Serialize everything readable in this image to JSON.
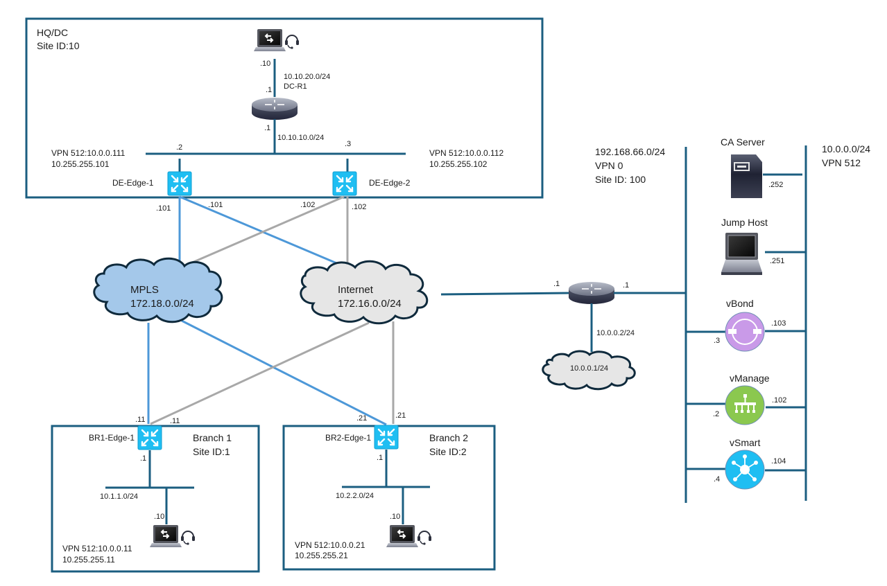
{
  "diagram": {
    "title": "SD-WAN Lab Topology",
    "colors": {
      "site_border": "#1b5e80",
      "mpls_link": "#4d98d8",
      "internet_link": "#a8a8a8",
      "edge_device": "#1fbef2",
      "mpls_cloud": "#a4c8ea",
      "internet_cloud": "#e6e6e6",
      "vbond": "#c99ae8",
      "vmanage": "#8bc84f",
      "vsmart": "#1fbef2"
    },
    "hq": {
      "name": "HQ/DC",
      "site_id": "Site ID:10",
      "pc_ip": ".10",
      "pc_net": "10.10.20.0/24",
      "router_name": "DC-R1",
      "router_up_ip": ".1",
      "router_down_ip": ".1",
      "lan_net": "10.10.10.0/24",
      "edge1": {
        "name": "DE-Edge-1",
        "lan_ip": ".2",
        "vpn512": "VPN 512:10.0.0.111",
        "system_ip": "10.255.255.101",
        "mpls_ip": ".101",
        "inet_ip": ".101"
      },
      "edge2": {
        "name": "DE-Edge-2",
        "lan_ip": ".3",
        "vpn512": "VPN 512:10.0.0.112",
        "system_ip": "10.255.255.102",
        "mpls_ip": ".102",
        "inet_ip": ".102"
      }
    },
    "clouds": {
      "mpls": {
        "name": "MPLS",
        "net": "172.18.0.0/24"
      },
      "internet": {
        "name": "Internet",
        "net": "172.16.0.0/24"
      },
      "mgmt": {
        "net": "10.0.0.1/24"
      }
    },
    "branch1": {
      "name": "Branch 1",
      "site_id": "Site ID:1",
      "edge_name": "BR1-Edge-1",
      "mpls_ip": ".11",
      "inet_ip": ".11",
      "lan_ip": ".1",
      "lan_net": "10.1.1.0/24",
      "pc_ip": ".10",
      "vpn512": "VPN 512:10.0.0.11",
      "system_ip": "10.255.255.11"
    },
    "branch2": {
      "name": "Branch 2",
      "site_id": "Site ID:2",
      "edge_name": "BR2-Edge-1",
      "mpls_ip": ".21",
      "inet_ip": ".21",
      "lan_ip": ".1",
      "lan_net": "10.2.2.0/24",
      "pc_ip": ".10",
      "vpn512": "VPN 512:10.0.0.21",
      "system_ip": "10.255.255.21"
    },
    "core_router": {
      "inet_ip": ".1",
      "vpn0_ip": ".1",
      "mgmt_ip": "10.0.0.2/24"
    },
    "controllers": {
      "vpn0_net": "192.168.66.0/24",
      "vpn0_label": "VPN 0",
      "site_id": "Site ID: 100",
      "vpn512_net": "10.0.0.0/24",
      "vpn512_label": "VPN 512",
      "ca_server": {
        "name": "CA Server",
        "vpn512_ip": ".252"
      },
      "jump_host": {
        "name": "Jump Host",
        "vpn512_ip": ".251"
      },
      "vbond": {
        "name": "vBond",
        "vpn0_ip": ".3",
        "vpn512_ip": ".103"
      },
      "vmanage": {
        "name": "vManage",
        "vpn0_ip": ".2",
        "vpn512_ip": ".102"
      },
      "vsmart": {
        "name": "vSmart",
        "vpn0_ip": ".4",
        "vpn512_ip": ".104"
      }
    }
  }
}
